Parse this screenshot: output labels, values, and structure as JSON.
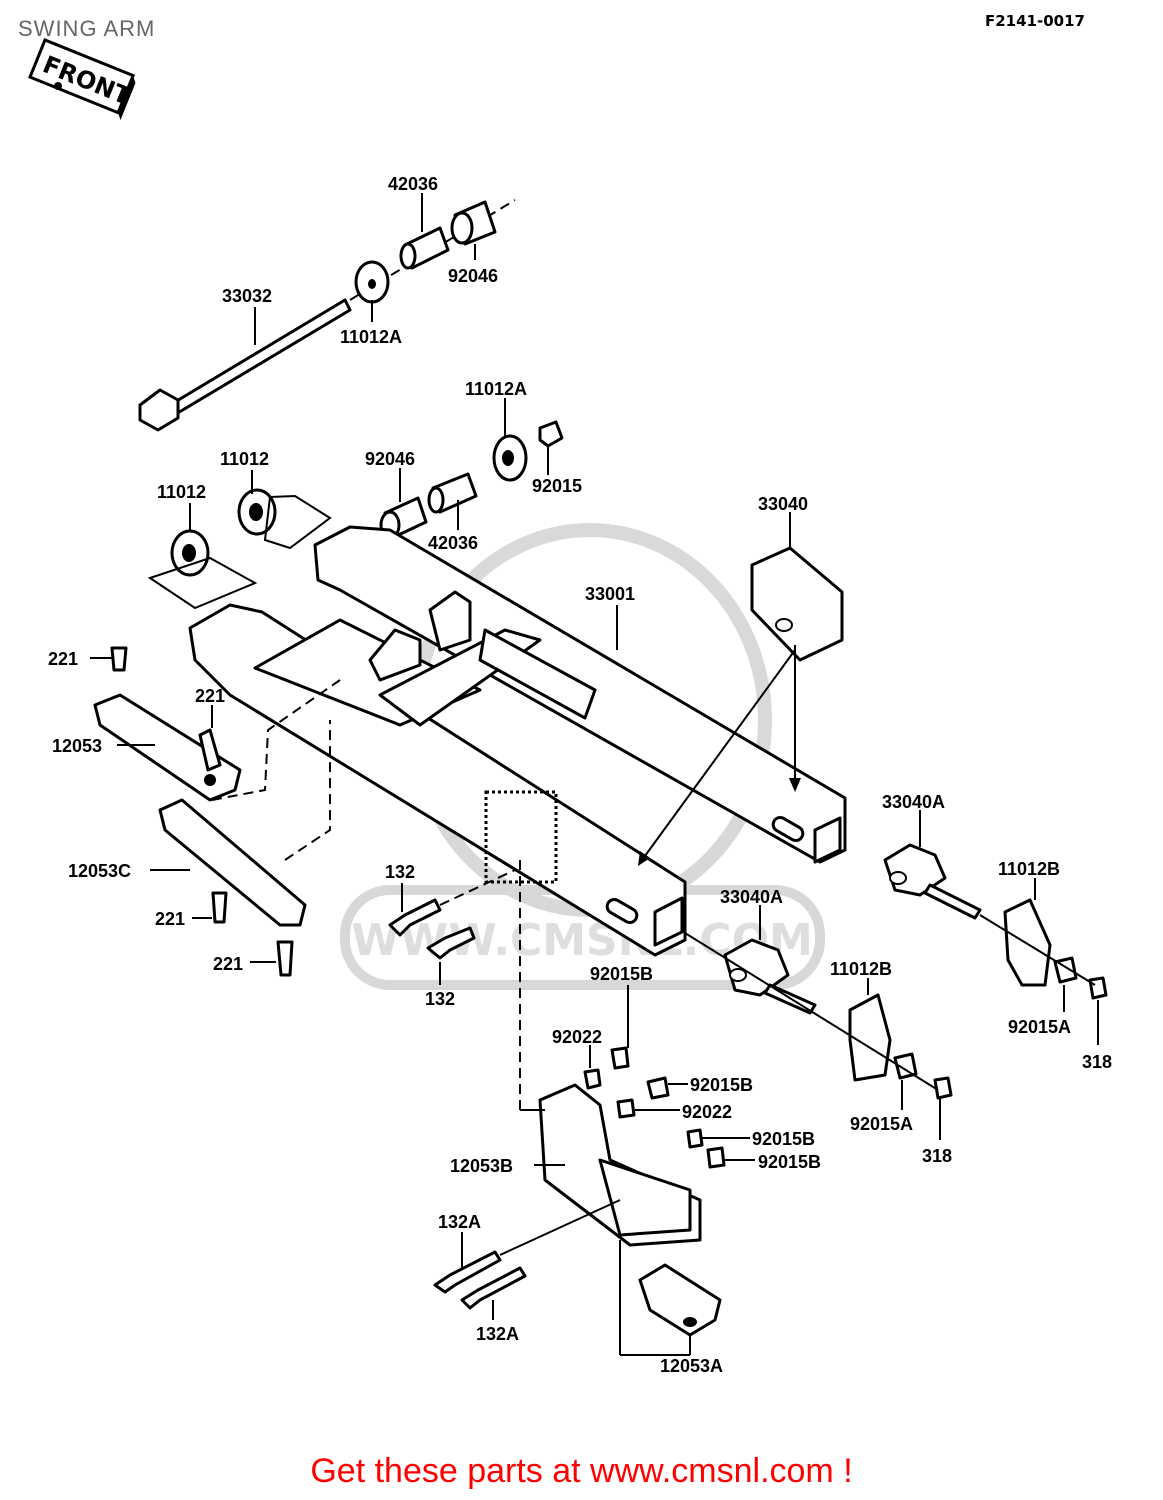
{
  "header": {
    "title": "SWING ARM",
    "figure_code": "F2141-0017"
  },
  "front_tag": "FRONT",
  "watermark": "WWW.CMSNL.COM",
  "labels": {
    "p42036_top": "42036",
    "p92046_top": "92046",
    "p33032": "33032",
    "p11012A_top": "11012A",
    "p11012A_mid": "11012A",
    "p92015": "92015",
    "p11012_a": "11012",
    "p11012_b": "11012",
    "p92046_mid": "92046",
    "p42036_mid": "42036",
    "p33040": "33040",
    "p33001": "33001",
    "p221_a": "221",
    "p221_b": "221",
    "p12053": "12053",
    "p33040A_r": "33040A",
    "p11012B_r": "11012B",
    "p12053C": "12053C",
    "p132_a": "132",
    "p33040A_l": "33040A",
    "p221_c": "221",
    "p221_d": "221",
    "p132_b": "132",
    "p92015B_a": "92015B",
    "p11012B_l": "11012B",
    "p92022_a": "92022",
    "p92015A_r": "92015A",
    "p318_r": "318",
    "p92015B_b": "92015B",
    "p92022_b": "92022",
    "p92015B_c": "92015B",
    "p12053B": "12053B",
    "p92015B_d": "92015B",
    "p92015A_l": "92015A",
    "p318_l": "318",
    "p132A_a": "132A",
    "p132A_b": "132A",
    "p12053A": "12053A"
  },
  "footer": {
    "promo": "Get these parts at www.cmsnl.com !"
  }
}
